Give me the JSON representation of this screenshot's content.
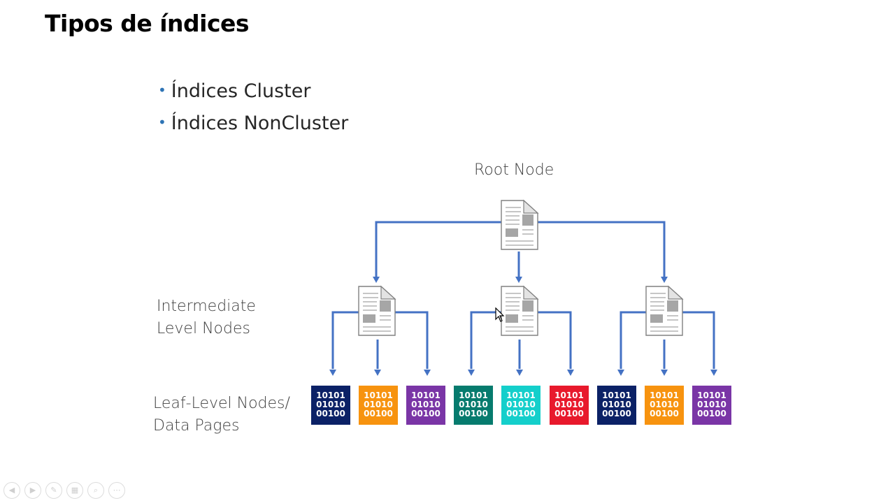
{
  "slide": {
    "title": "Tipos de índices",
    "bullets": [
      "Índices Cluster",
      "Índices NonCluster"
    ],
    "bullet_color": "#2e74b5"
  },
  "diagram": {
    "root_label": "Root Node",
    "intermediate_label": [
      "Intermediate",
      "Level Nodes"
    ],
    "leaf_label": [
      "Leaf-Level Nodes/",
      "Data Pages"
    ],
    "connector_color": "#4472c4",
    "leaf_binary_lines": [
      "10101",
      "01010",
      "00100"
    ],
    "leaf_colors": [
      "#0b2166",
      "#f7930f",
      "#7a35a6",
      "#067b6e",
      "#14cfcb",
      "#e8192c",
      "#0b2166",
      "#f7930f",
      "#7a35a6"
    ]
  },
  "toolbar": {
    "buttons": [
      {
        "name": "previous-slide-button",
        "icon": "arrow-left-icon",
        "glyph": "◀"
      },
      {
        "name": "next-slide-button",
        "icon": "arrow-right-icon",
        "glyph": "▶"
      },
      {
        "name": "pen-button",
        "icon": "pen-icon",
        "glyph": "✎"
      },
      {
        "name": "see-all-slides-button",
        "icon": "grid-icon",
        "glyph": "▦"
      },
      {
        "name": "zoom-button",
        "icon": "magnifier-icon",
        "glyph": "⌕"
      },
      {
        "name": "more-options-button",
        "icon": "more-icon",
        "glyph": "⋯"
      }
    ]
  }
}
